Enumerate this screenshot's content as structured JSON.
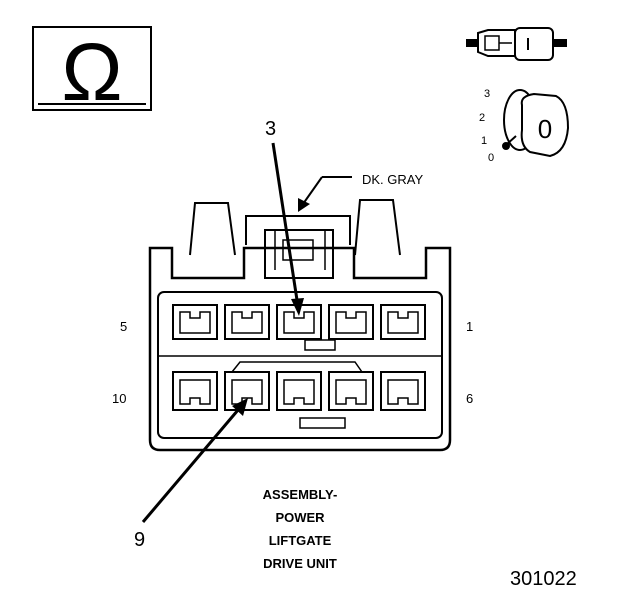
{
  "symbol": {
    "glyph": "Ω"
  },
  "key_icon": {
    "key_letter": "0",
    "positions": [
      "3",
      "2",
      "1",
      "0"
    ]
  },
  "wire_color": "DK. GRAY",
  "callouts": {
    "top": "3",
    "bottom": "9"
  },
  "pin_numbers": {
    "top_left": "5",
    "top_right": "1",
    "bottom_left": "10",
    "bottom_right": "6"
  },
  "caption": [
    "ASSEMBLY-",
    "POWER",
    "LIFTGATE",
    "DRIVE UNIT"
  ],
  "figure_id": "301022"
}
